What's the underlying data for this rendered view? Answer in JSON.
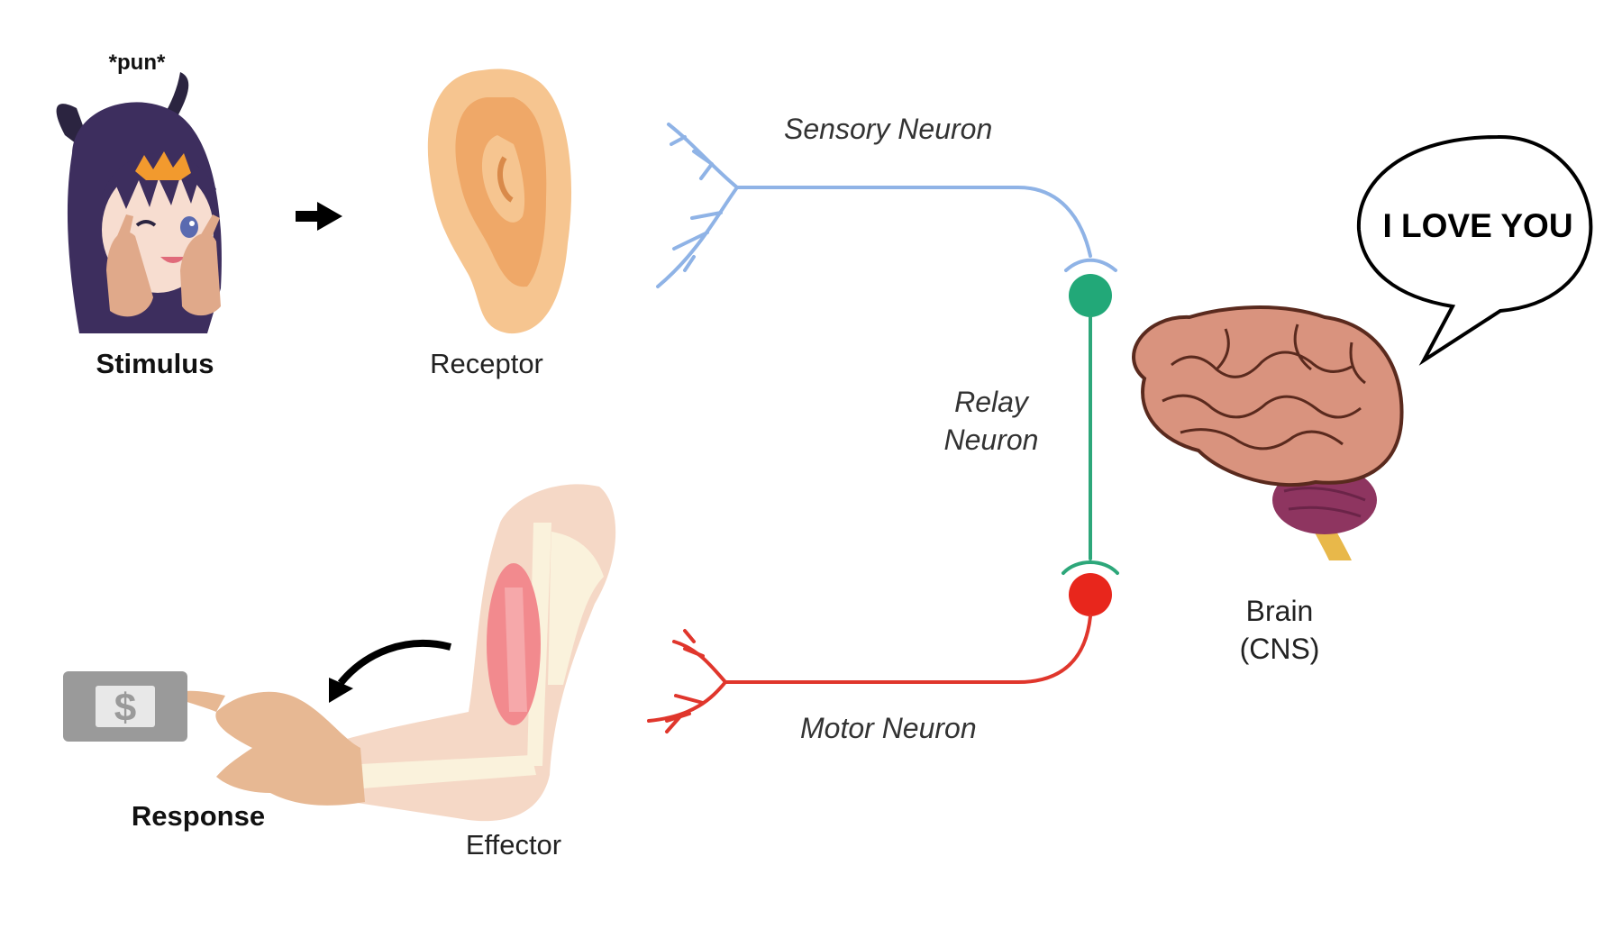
{
  "caption": {
    "pun": "*pun*",
    "stimulus": "Stimulus",
    "receptor": "Receptor",
    "sensory_neuron": "Sensory Neuron",
    "relay_line1": "Relay",
    "relay_line2": "Neuron",
    "brain_line1": "Brain",
    "brain_line2": "(CNS)",
    "speech": "I LOVE YOU",
    "motor_neuron": "Motor Neuron",
    "effector": "Effector",
    "response": "Response"
  },
  "icons": {
    "dollar_symbol": "$"
  },
  "colors": {
    "sensory": "#8fb3e6",
    "relay": "#2da77a",
    "motor": "#e0362c",
    "relay_node": "#22a878",
    "motor_node": "#e8261c",
    "brain": "#d9937e",
    "cerebellum": "#8e3560",
    "ear": "#f6c590",
    "muscle": "#f28a8e",
    "skin": "#e7b893",
    "hair": "#3d2e5e"
  }
}
